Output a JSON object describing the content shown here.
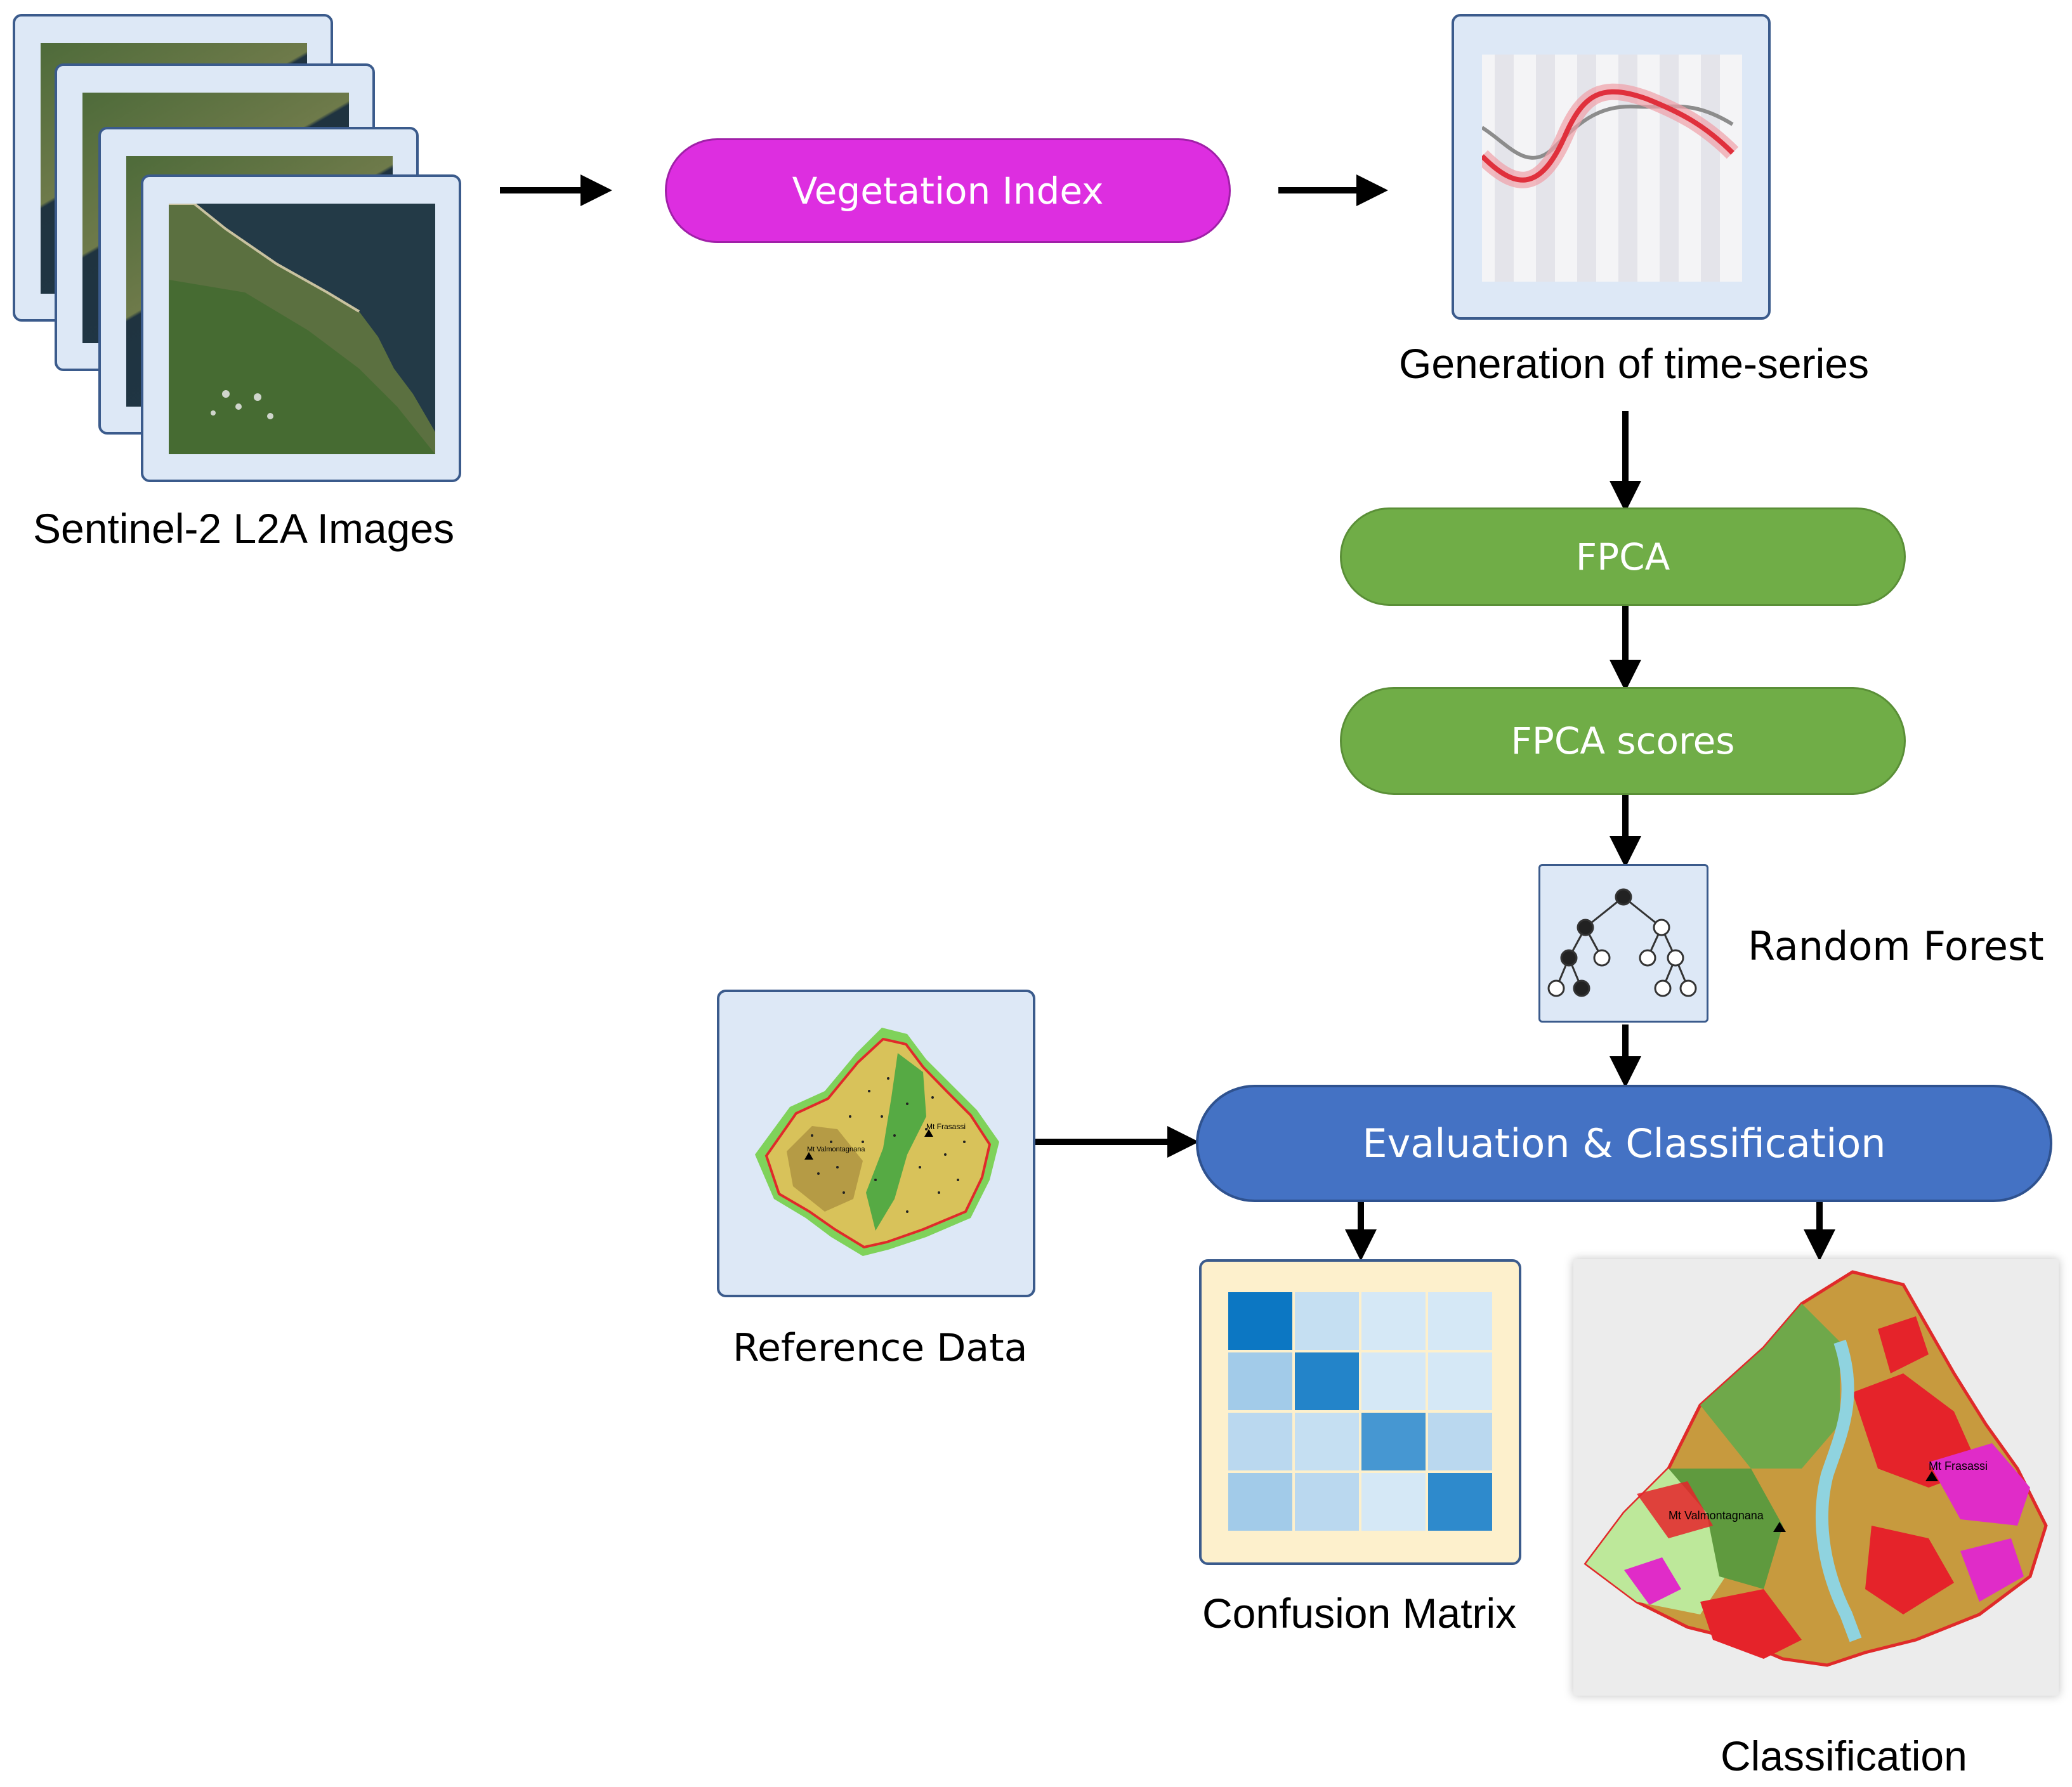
{
  "nodes": {
    "sentinel": "Sentinel-2 L2A Images",
    "vegetation_index": "Vegetation Index",
    "time_series": "Generation of time-series",
    "fpca": "FPCA",
    "fpca_scores": "FPCA scores",
    "random_forest": "Random Forest",
    "evaluation": "Evaluation & Classification",
    "reference": "Reference Data",
    "confusion": "Confusion Matrix",
    "classification": "Classification"
  },
  "map_labels": {
    "peak_west": "Mt Valmontagnana",
    "peak_east": "Mt Frasassi"
  },
  "colors": {
    "vegetation_pill": "#dd2ee0",
    "fpca_pill": "#70ad47",
    "evaluation_pill": "#4472c4",
    "frame_fill": "#dde8f6",
    "frame_border": "#3b5b8c",
    "confusion_frame_fill": "#fdf0cc"
  },
  "confusion_matrix": [
    [
      0.95,
      0.15,
      0.08,
      0.08
    ],
    [
      0.3,
      0.85,
      0.08,
      0.08
    ],
    [
      0.2,
      0.15,
      0.7,
      0.2
    ],
    [
      0.3,
      0.2,
      0.08,
      0.8
    ]
  ]
}
